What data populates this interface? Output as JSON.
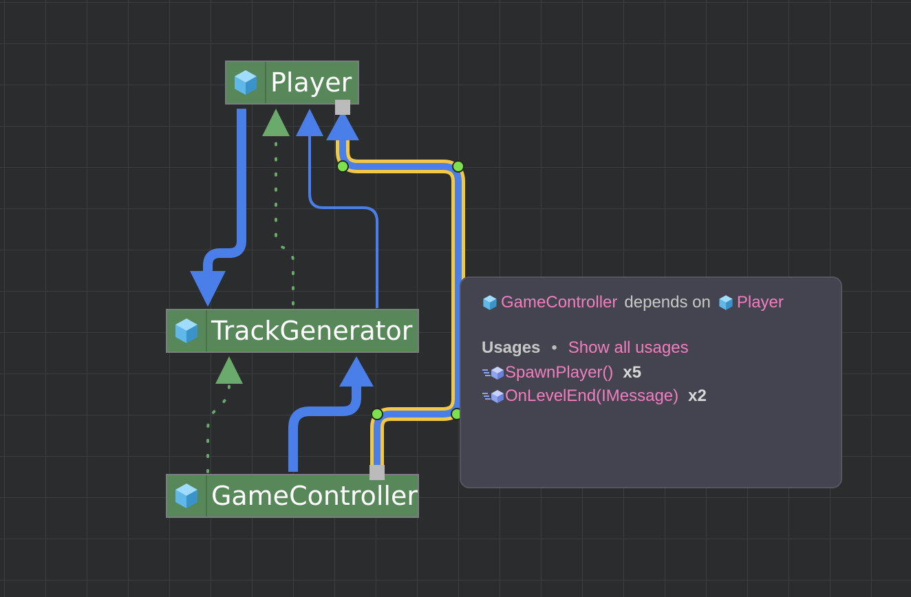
{
  "nodes": {
    "player": {
      "label": "Player"
    },
    "track_generator": {
      "label": "TrackGenerator"
    },
    "game_controller": {
      "label": "GameController"
    }
  },
  "tooltip": {
    "source": "GameController",
    "relation": "depends on",
    "target": "Player",
    "usages_label": "Usages",
    "separator": "•",
    "show_all_link": "Show all usages",
    "usages": [
      {
        "name": "SpawnPlayer()",
        "count": "x5"
      },
      {
        "name": "OnLevelEnd(IMessage)",
        "count": "x2"
      }
    ]
  },
  "colors": {
    "node_fill": "#58875a",
    "edge_dependency": "#4a7ee8",
    "edge_inheritance": "#6aaa6a",
    "edge_highlight": "#f2c945",
    "handle": "#7ee04a",
    "link_text": "#f07fbf",
    "class_icon": "#5fb8e8"
  },
  "icons": {
    "class": "class-cube-icon",
    "method": "method-icon"
  }
}
